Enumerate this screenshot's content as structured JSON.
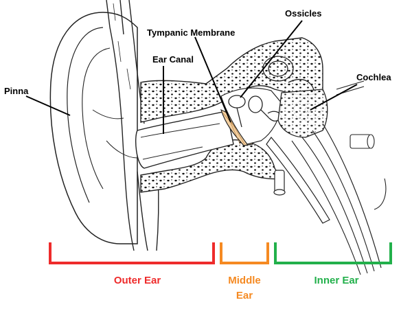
{
  "labels": {
    "pinna": "Pinna",
    "ear_canal": "Ear Canal",
    "tympanic_membrane": "Tympanic Membrane",
    "ossicles": "Ossicles",
    "cochlea": "Cochlea"
  },
  "regions": {
    "outer": {
      "line1": "Outer Ear",
      "color": "#ee2b2b"
    },
    "middle": {
      "line1": "Middle",
      "line2": "Ear",
      "color": "#f58a22"
    },
    "inner": {
      "line1": "Inner Ear",
      "color": "#22b04b"
    }
  },
  "colors": {
    "tympanic_membrane": "#f3cfa0",
    "bone": "#ffffff",
    "outline": "#222222"
  }
}
